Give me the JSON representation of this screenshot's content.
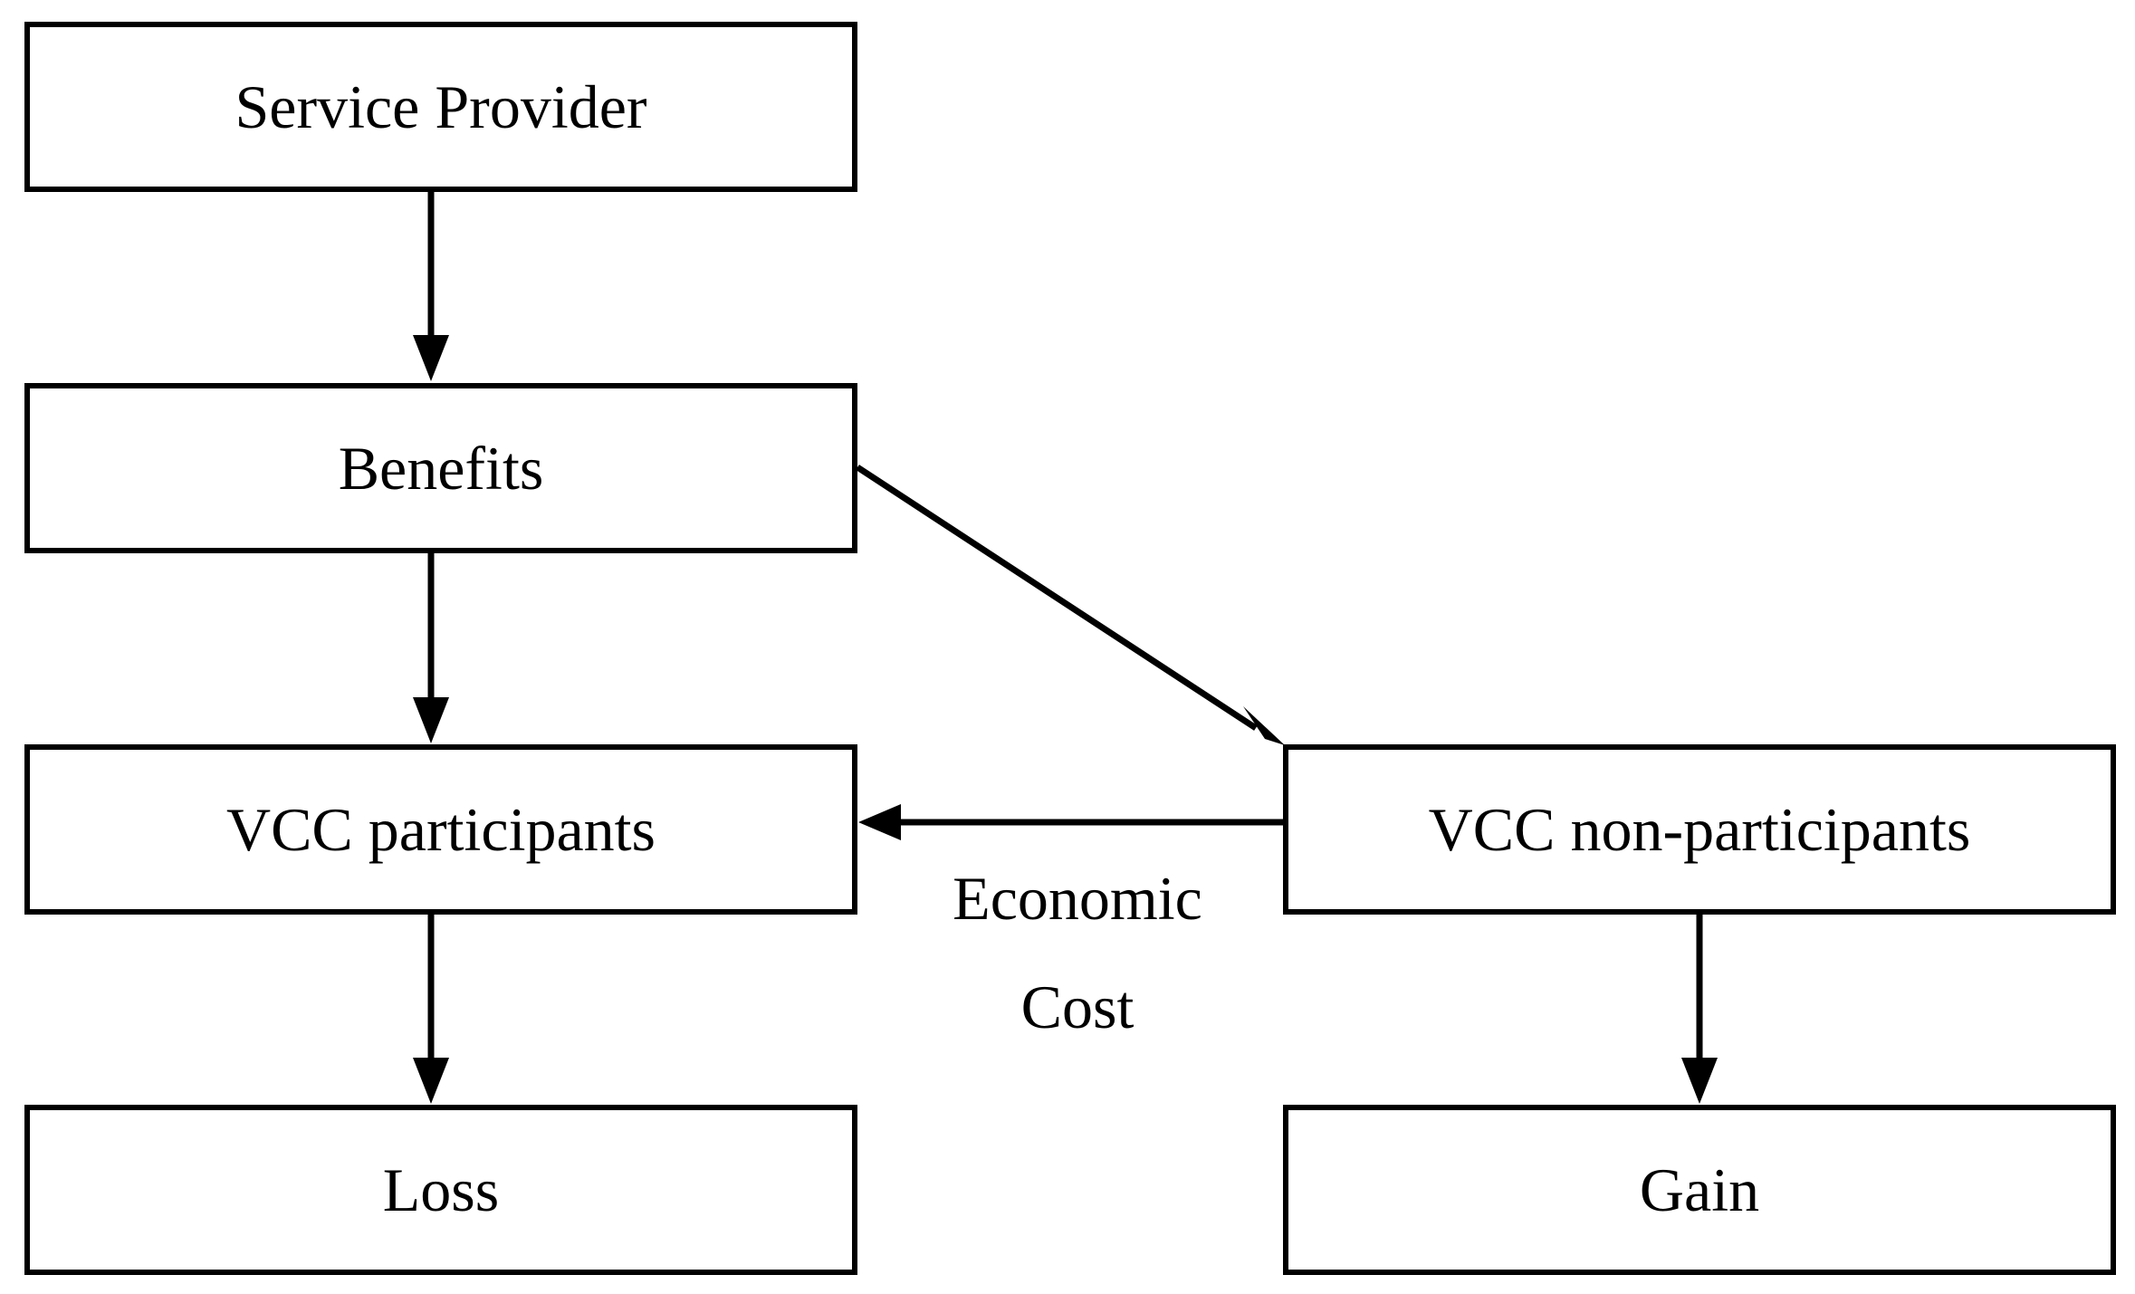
{
  "nodes": {
    "service_provider": "Service Provider",
    "benefits": "Benefits",
    "vcc_participants": "VCC participants",
    "vcc_non_participants": "VCC non-participants",
    "loss": "Loss",
    "gain": "Gain"
  },
  "edges": {
    "economic_cost_line1": "Economic",
    "economic_cost_line2": "Cost"
  },
  "colors": {
    "stroke": "#000000",
    "background": "#ffffff"
  }
}
